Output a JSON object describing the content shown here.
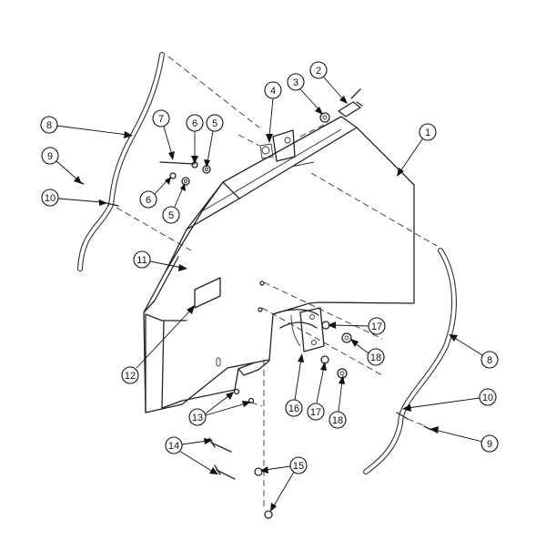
{
  "callouts": [
    {
      "id": "c1",
      "label": "1"
    },
    {
      "id": "c2",
      "label": "2"
    },
    {
      "id": "c3",
      "label": "3"
    },
    {
      "id": "c4",
      "label": "4"
    },
    {
      "id": "c5a",
      "label": "5"
    },
    {
      "id": "c5b",
      "label": "5"
    },
    {
      "id": "c6a",
      "label": "6"
    },
    {
      "id": "c6b",
      "label": "6"
    },
    {
      "id": "c7",
      "label": "7"
    },
    {
      "id": "c8a",
      "label": "8"
    },
    {
      "id": "c8b",
      "label": "8"
    },
    {
      "id": "c9a",
      "label": "9"
    },
    {
      "id": "c9b",
      "label": "9"
    },
    {
      "id": "c10a",
      "label": "10"
    },
    {
      "id": "c10b",
      "label": "10"
    },
    {
      "id": "c11",
      "label": "11"
    },
    {
      "id": "c12",
      "label": "12"
    },
    {
      "id": "c13",
      "label": "13"
    },
    {
      "id": "c14",
      "label": "14"
    },
    {
      "id": "c15",
      "label": "15"
    },
    {
      "id": "c16",
      "label": "16"
    },
    {
      "id": "c17a",
      "label": "17"
    },
    {
      "id": "c17b",
      "label": "17"
    },
    {
      "id": "c18a",
      "label": "18"
    },
    {
      "id": "c18b",
      "label": "18"
    }
  ]
}
